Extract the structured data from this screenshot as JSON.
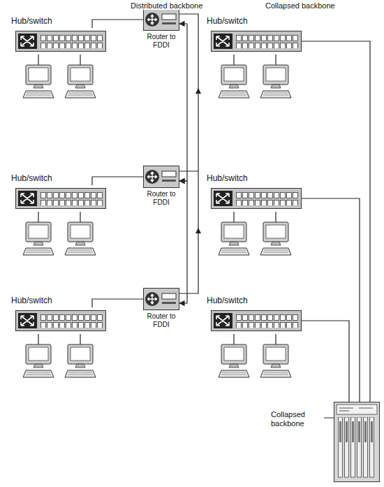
{
  "diagram": {
    "nodes": [
      {
        "text": [
          "Hub/switch"
        ]
      },
      {
        "text": [
          "Router to FDDI"
        ]
      },
      {
        "text": [
          "Hub/switch"
        ]
      },
      {
        "text": [
          "Hub/switch"
        ]
      },
      {
        "text": [
          "Router to FDDI"
        ]
      },
      {
        "text": [
          "Hub/switch"
        ]
      },
      {
        "text": [
          "Hub/switch"
        ]
      },
      {
        "text": [
          "Router to FDDI"
        ]
      },
      {
        "text": [
          "Hub/switch"
        ]
      },
      {
        "text": [
          "Collapsed backbone"
        ]
      }
    ],
    "edges": [
      {
        "from": 0,
        "to": 1,
        "arrow": "none"
      },
      {
        "from": 3,
        "to": 4,
        "arrow": "none"
      },
      {
        "from": 6,
        "to": 7,
        "arrow": "none"
      },
      {
        "from": 1,
        "to": 4,
        "arrow": "both"
      },
      {
        "from": 4,
        "to": 7,
        "arrow": "both"
      },
      {
        "from": 2,
        "to": 9,
        "arrow": "none"
      },
      {
        "from": 5,
        "to": 9,
        "arrow": "none"
      },
      {
        "from": 8,
        "to": 9,
        "arrow": "none"
      }
    ],
    "labels": [
      "Distributed backbone",
      "Collapsed backbone"
    ]
  }
}
